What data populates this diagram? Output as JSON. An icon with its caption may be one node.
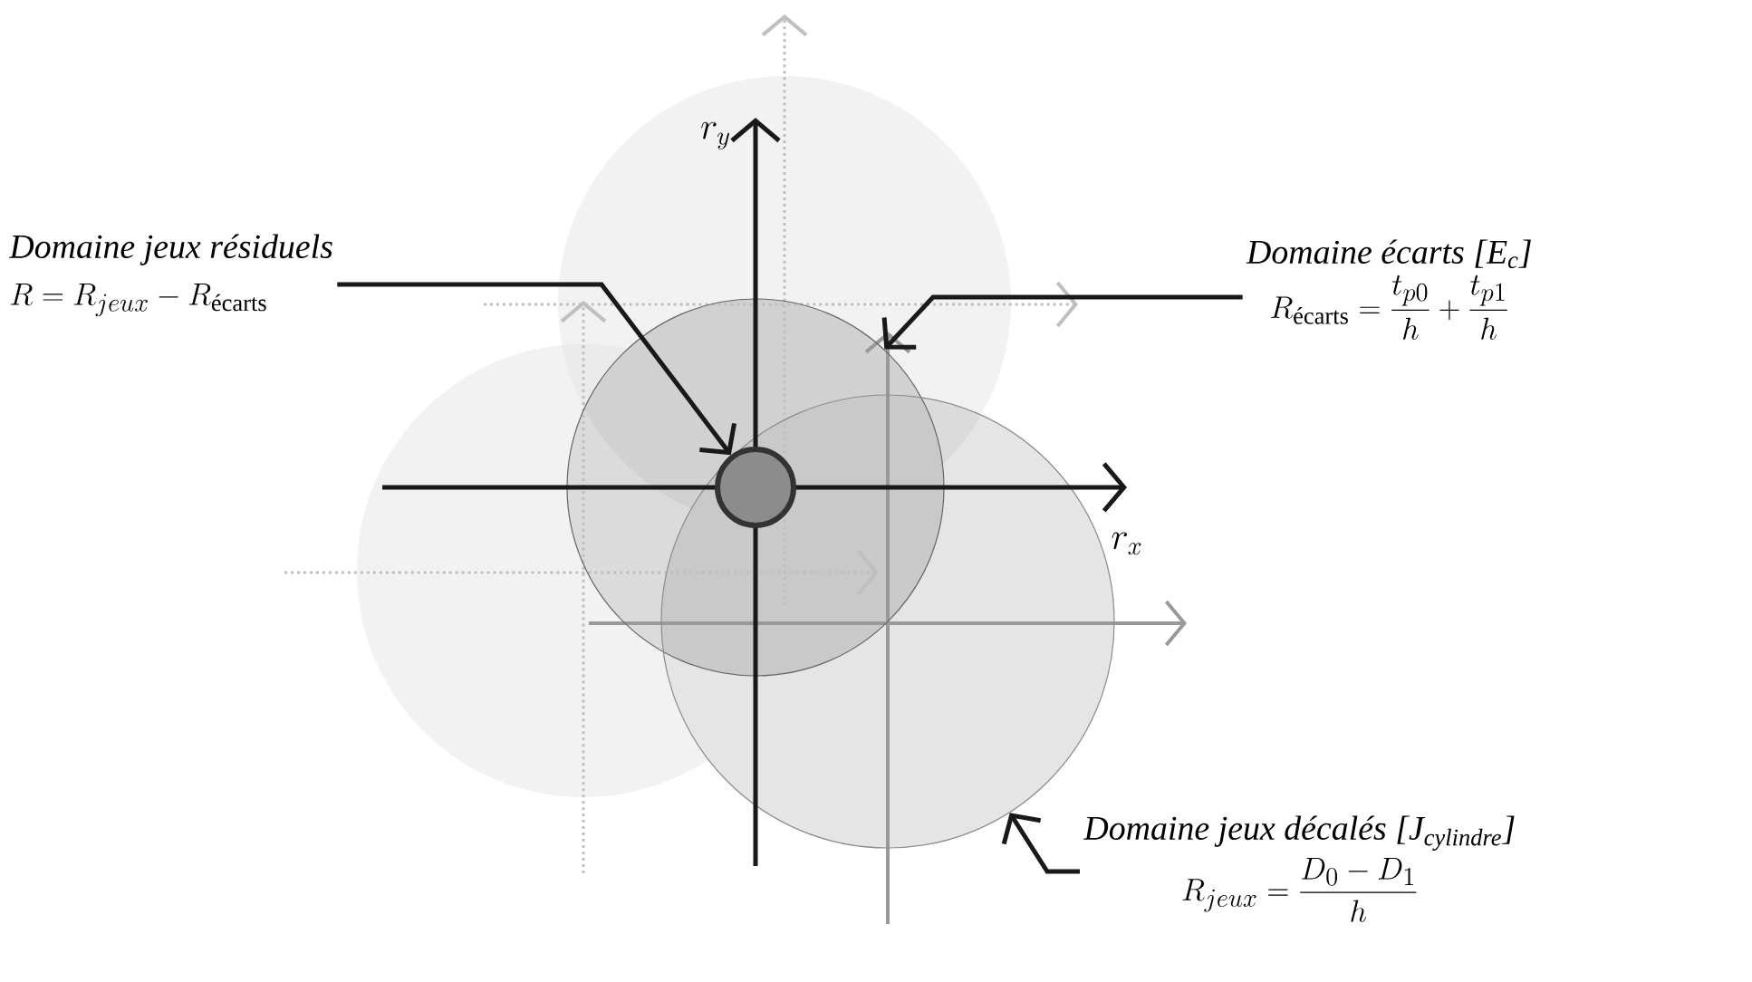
{
  "diagram": {
    "nodes": [
      {
        "text": [
          "Domaine jeux résiduels",
          "R = R_{jeux} - R_{\\text{écarts}}"
        ]
      },
      {
        "text": [
          "Domaine écarts [E$_{c}$]",
          "R_{\\text{écarts}} = \\frac{t_{p0}}{h} + \\frac{t_{p1}}{h}"
        ]
      },
      {
        "text": [
          "Domaine jeux décalés [J$_{cylindre}$]",
          "R_{jeux} = \\frac{D_0 - D_1}{h}"
        ]
      },
      {
        "text": [],
        "shape": "circle"
      },
      {
        "text": [],
        "shape": "circle"
      },
      {
        "text": [],
        "shape": "circle"
      }
    ],
    "edges": [
      {
        "from": 0,
        "to": 3,
        "arrow": "to"
      },
      {
        "from": 1,
        "to": 4,
        "arrow": "to"
      },
      {
        "from": 2,
        "to": 5,
        "arrow": "to"
      }
    ],
    "labels": [
      "r_y",
      "r_x"
    ]
  }
}
